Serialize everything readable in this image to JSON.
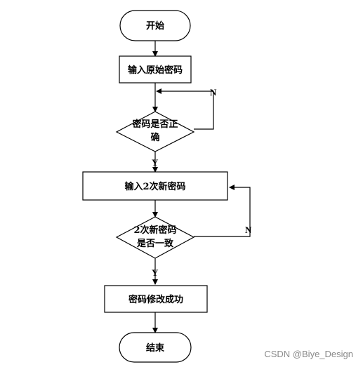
{
  "nodes": {
    "start": "开始",
    "input_original": "输入原始密码",
    "check_correct_line1": "密码是否正",
    "check_correct_line2": "确",
    "input_new": "输入2次新密码",
    "check_match_line1": "2次新密码",
    "check_match_line2": "是否一致",
    "success": "密码修改成功",
    "end": "结束"
  },
  "branches": {
    "yes": "Y",
    "no": "N"
  },
  "watermark": "CSDN @Biye_Design"
}
